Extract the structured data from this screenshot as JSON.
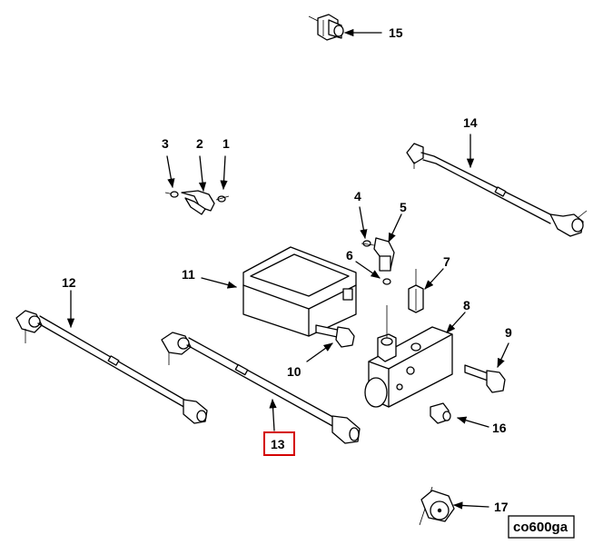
{
  "figure_id": "co600ga",
  "highlighted_callout": "13",
  "callouts": {
    "c1": "1",
    "c2": "2",
    "c3": "3",
    "c4": "4",
    "c5": "5",
    "c6": "6",
    "c7": "7",
    "c8": "8",
    "c9": "9",
    "c10": "10",
    "c11": "11",
    "c12": "12",
    "c13": "13",
    "c14": "14",
    "c15": "15",
    "c16": "16",
    "c17": "17"
  }
}
